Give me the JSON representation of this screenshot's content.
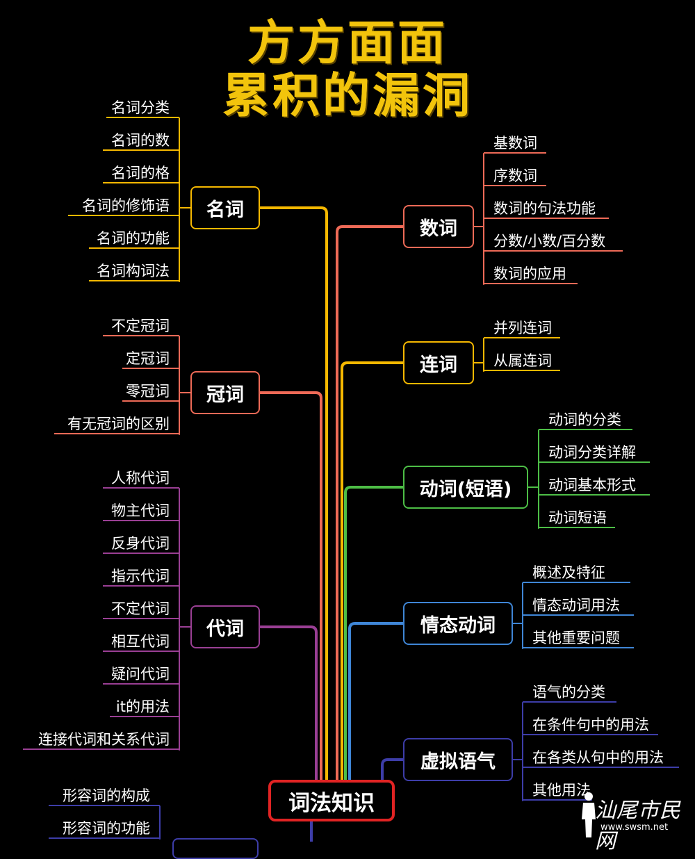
{
  "title": {
    "line1": "方方面面",
    "line2": "累积的漏洞"
  },
  "root": {
    "label": "词法知识",
    "color": "#E02323"
  },
  "branches": [
    {
      "label": "名词",
      "color": "#F6B800",
      "items": [
        "名词分类",
        "名词的数",
        "名词的格",
        "名词的修饰语",
        "名词的功能",
        "名词构词法"
      ]
    },
    {
      "label": "冠词",
      "color": "#EE6A57",
      "items": [
        "不定冠词",
        "定冠词",
        "零冠词",
        "有无冠词的区别"
      ]
    },
    {
      "label": "代词",
      "color": "#9A3F94",
      "items": [
        "人称代词",
        "物主代词",
        "反身代词",
        "指示代词",
        "不定代词",
        "相互代词",
        "疑问代词",
        "it的用法",
        "连接代词和关系代词"
      ]
    },
    {
      "label": "",
      "color": "#3D3DA8",
      "items": [
        "形容词的构成",
        "形容词的功能"
      ]
    },
    {
      "label": "数词",
      "color": "#EE6A57",
      "items": [
        "基数词",
        "序数词",
        "数词的句法功能",
        "分数/小数/百分数",
        "数词的应用"
      ]
    },
    {
      "label": "连词",
      "color": "#F6B800",
      "items": [
        "并列连词",
        "从属连词"
      ]
    },
    {
      "label": "动词(短语)",
      "color": "#4DBE46",
      "items": [
        "动词的分类",
        "动词分类详解",
        "动词基本形式",
        "动词短语"
      ]
    },
    {
      "label": "情态动词",
      "color": "#3F86D6",
      "items": [
        "概述及特征",
        "情态动词用法",
        "其他重要问题"
      ]
    },
    {
      "label": "虚拟语气",
      "color": "#3D3DA8",
      "items": [
        "语气的分类",
        "在条件句中的用法",
        "在各类从句中的用法",
        "其他用法"
      ]
    }
  ],
  "watermark": {
    "text": "汕尾市民网",
    "url": "www.swsm.net"
  }
}
